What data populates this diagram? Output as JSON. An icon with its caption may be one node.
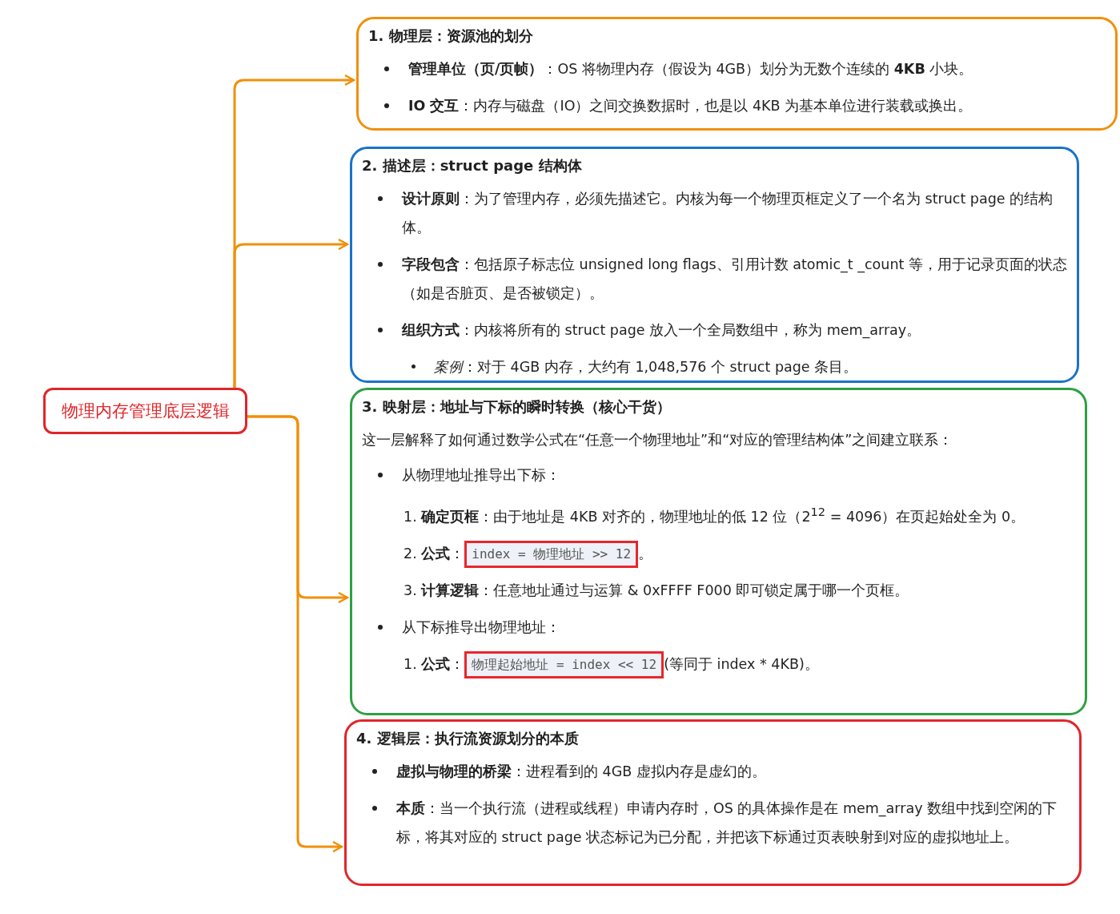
{
  "diagram": {
    "nodes": [
      {
        "text": [
          "物理内存管理底层逻辑"
        ]
      },
      {
        "text": [
          "1. 物理层：资源池的划分",
          "**管理单位（页/页帧）**：OS 将物理内存（假设为 4GB）划分为无数个连续的 **4KB** 小块。",
          "**IO 交互**：内存与磁盘（IO）之间交换数据时，也是以 4KB 为基本单位进行装载或换出。"
        ]
      },
      {
        "text": [
          "2. 描述层：struct page 结构体",
          "**设计原则**：为了管理内存，必须先描述它。内核为每一个物理页框定义了一个名为 struct page 的结构体。",
          "**字段包含**：包括原子标志位 unsigned long flags、引用计数 atomic_t _count 等，用于记录页面的状态（如是否脏页、是否被锁定）。",
          "**组织方式**：内核将所有的 struct page 放入一个全局数组中，称为 mem_array。",
          "*案例*：对于 4GB 内存，大约有 1,048,576 个 struct page 条目。"
        ]
      },
      {
        "text": [
          "3. 映射层：地址与下标的瞬时转换（核心干货）",
          "这一层解释了如何通过数学公式在“任意一个物理地址”和“对应的管理结构体”之间建立联系：",
          "从物理地址推导出下标：",
          "1. **确定页框**：由于地址是 4KB 对齐的，物理地址的低 12 位（2$^{12}$ = 4096）在页起始处全为 0。",
          "2. **公式**：",
          "。",
          "3. **计算逻辑**：任意地址通过与运算 & 0xFFFF F000 即可锁定属于哪一个页框。",
          "从下标推导出物理地址：",
          "1. **公式**：",
          "(等同于 index * 4KB)。"
        ]
      },
      {
        "text": [
          "4. 逻辑层：执行流资源划分的本质",
          "**虚拟与物理的桥梁**：进程看到的 4GB 虚拟内存是虚幻的。",
          "**本质**：当一个执行流（进程或线程）申请内存时，OS 的具体操作是在 mem_array 数组中找到空闲的下标，将其对应的 struct page 状态标记为已分配，并把该下标通过页表映射到对应的虚拟地址上。"
        ]
      },
      {
        "text": [
          "index = 物理地址 >> 12"
        ],
        "in": 3
      },
      {
        "text": [
          "物理起始地址 = index << 12"
        ],
        "in": 3
      }
    ],
    "edges": [
      {
        "from": 0,
        "to": 1,
        "arrow": "to"
      },
      {
        "from": 0,
        "to": 2,
        "arrow": "to"
      },
      {
        "from": 0,
        "to": 3,
        "arrow": "to"
      },
      {
        "from": 0,
        "to": 4,
        "arrow": "to"
      }
    ]
  }
}
